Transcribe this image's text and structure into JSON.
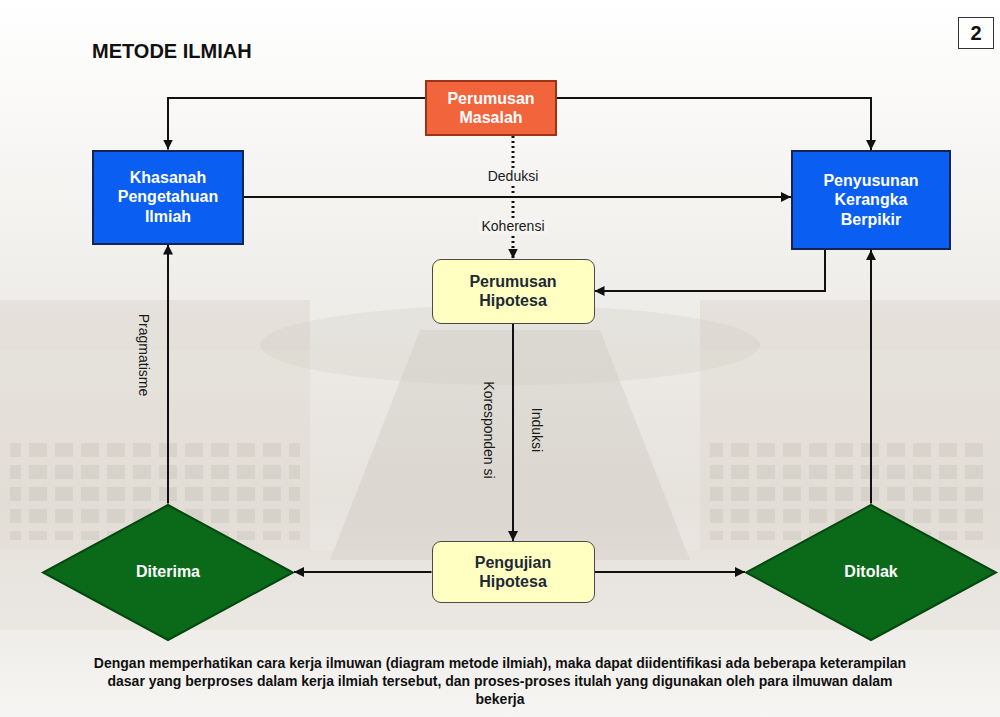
{
  "diagram": {
    "title": "METODE ILMIAH",
    "caption": "Dengan memperhatikan cara kerja ilmuwan (diagram metode ilmiah), maka dapat diidentifikasi ada beberapa keterampilan dasar yang berproses dalam kerja ilmiah tersebut, dan proses-proses itulah yang digunakan oleh para ilmuwan dalam bekerja",
    "nodes": [
      {
        "text": [
          "Perumusan Masalah"
        ]
      },
      {
        "text": [
          "Khasanah Pengetahuan Ilmiah"
        ]
      },
      {
        "text": [
          "Penyusunan Kerangka Berpikir"
        ]
      },
      {
        "text": [
          "Perumusan Hipotesa"
        ]
      },
      {
        "text": [
          "Diterima"
        ]
      },
      {
        "text": [
          "Pengujian Hipotesa"
        ]
      },
      {
        "text": [
          "Ditolak"
        ]
      }
    ],
    "edges": [
      {
        "from": 0,
        "to": 1,
        "arrow": "to"
      },
      {
        "from": 0,
        "to": 2,
        "arrow": "to"
      },
      {
        "from": 1,
        "to": 2,
        "arrow": "to"
      },
      {
        "from": 0,
        "to": 3,
        "arrow": "to",
        "label": "Deduksi"
      },
      {
        "from": 2,
        "to": 3,
        "arrow": "to"
      },
      {
        "from": 3,
        "to": 5,
        "arrow": "to",
        "label": "Induksi"
      },
      {
        "from": 5,
        "to": 4,
        "arrow": "to"
      },
      {
        "from": 5,
        "to": 6,
        "arrow": "to"
      },
      {
        "from": 4,
        "to": 1,
        "arrow": "to",
        "label": "Pragmatisme"
      },
      {
        "from": 6,
        "to": 2,
        "arrow": "to"
      }
    ],
    "labels": [
      "2",
      "Koherensi",
      "Koresponden si"
    ]
  }
}
